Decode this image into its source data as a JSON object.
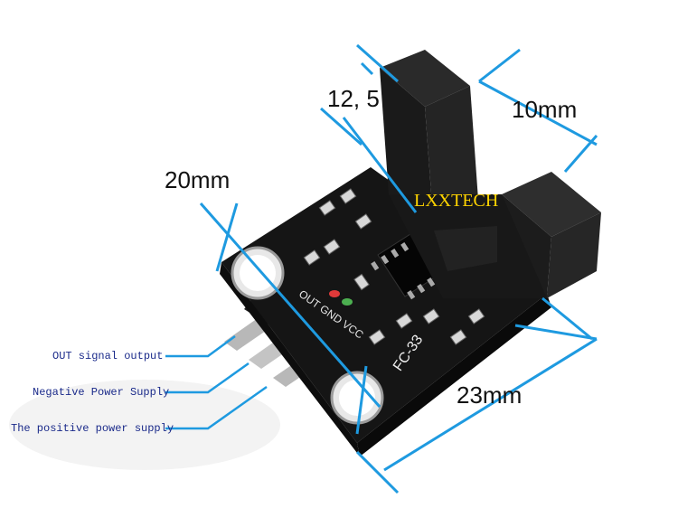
{
  "dimensions": {
    "top_left": "12, 5",
    "top_right": "10mm",
    "left": "20mm",
    "bottom": "23mm"
  },
  "pin_labels": {
    "out": "OUT signal output",
    "negative": "Negative Power Supply",
    "positive": "The positive power supply"
  },
  "brand": "LXXTECH",
  "board": {
    "model": "FC-33",
    "silk_pins": "OUT GND VCC"
  },
  "colors": {
    "dimension_line": "#1e9ae0",
    "brand_text": "#ffd400",
    "pcb": "#151515"
  }
}
